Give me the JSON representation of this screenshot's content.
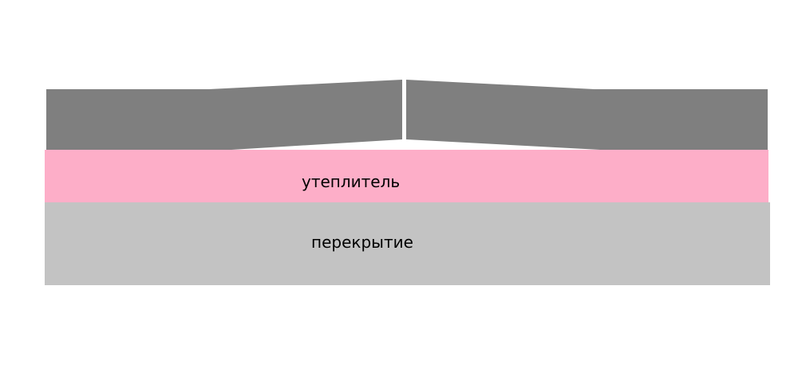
{
  "diagram": {
    "layers": [
      {
        "id": "screed",
        "label": "",
        "color": "#7f7f7f",
        "description": "sloped screed split at ridge"
      },
      {
        "id": "insulation",
        "label": "утеплитель",
        "color": "#fdaec8"
      },
      {
        "id": "slab",
        "label": "перекрытие",
        "color": "#c3c3c3"
      }
    ],
    "background": "#ffffff"
  }
}
